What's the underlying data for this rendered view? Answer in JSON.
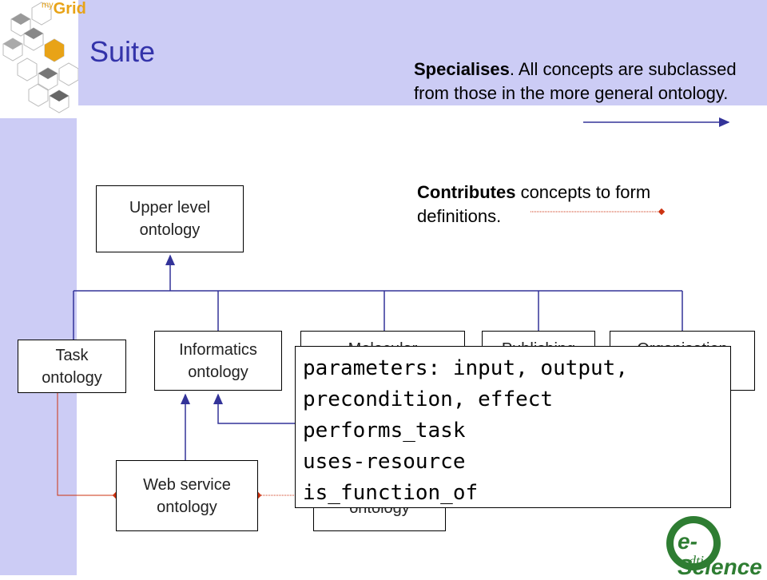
{
  "header": {
    "logo_text": "Grid",
    "logo_super": "my",
    "title": "Suite"
  },
  "legend": {
    "specialises_bold": "Specialises",
    "specialises_rest": ". All concepts are subclassed from those in the more general ontology.",
    "contributes_bold": "Contributes",
    "contributes_rest": " concepts to form definitions."
  },
  "nodes": {
    "upper": "Upper  level\nontology",
    "task": "Task\nontology",
    "informatics": "Informatics\nontology",
    "molecular": "Molecular",
    "publishing": "Publishing",
    "organisation": "Organisation",
    "webservice": "Web service\nontology",
    "hidden_bottom": "ontology"
  },
  "popup": {
    "lines": [
      "parameters: input, output,",
      "precondition, effect",
      "performs_task",
      "uses-resource",
      "is_function_of"
    ]
  },
  "colors": {
    "band": "#ccccf5",
    "title": "#3333aa",
    "specialises_line": "#333399",
    "contributes_line": "#cc3311",
    "logo": "#e8a317"
  },
  "footer": {
    "logo_main": "e-Science",
    "logo_sub": "dti"
  }
}
